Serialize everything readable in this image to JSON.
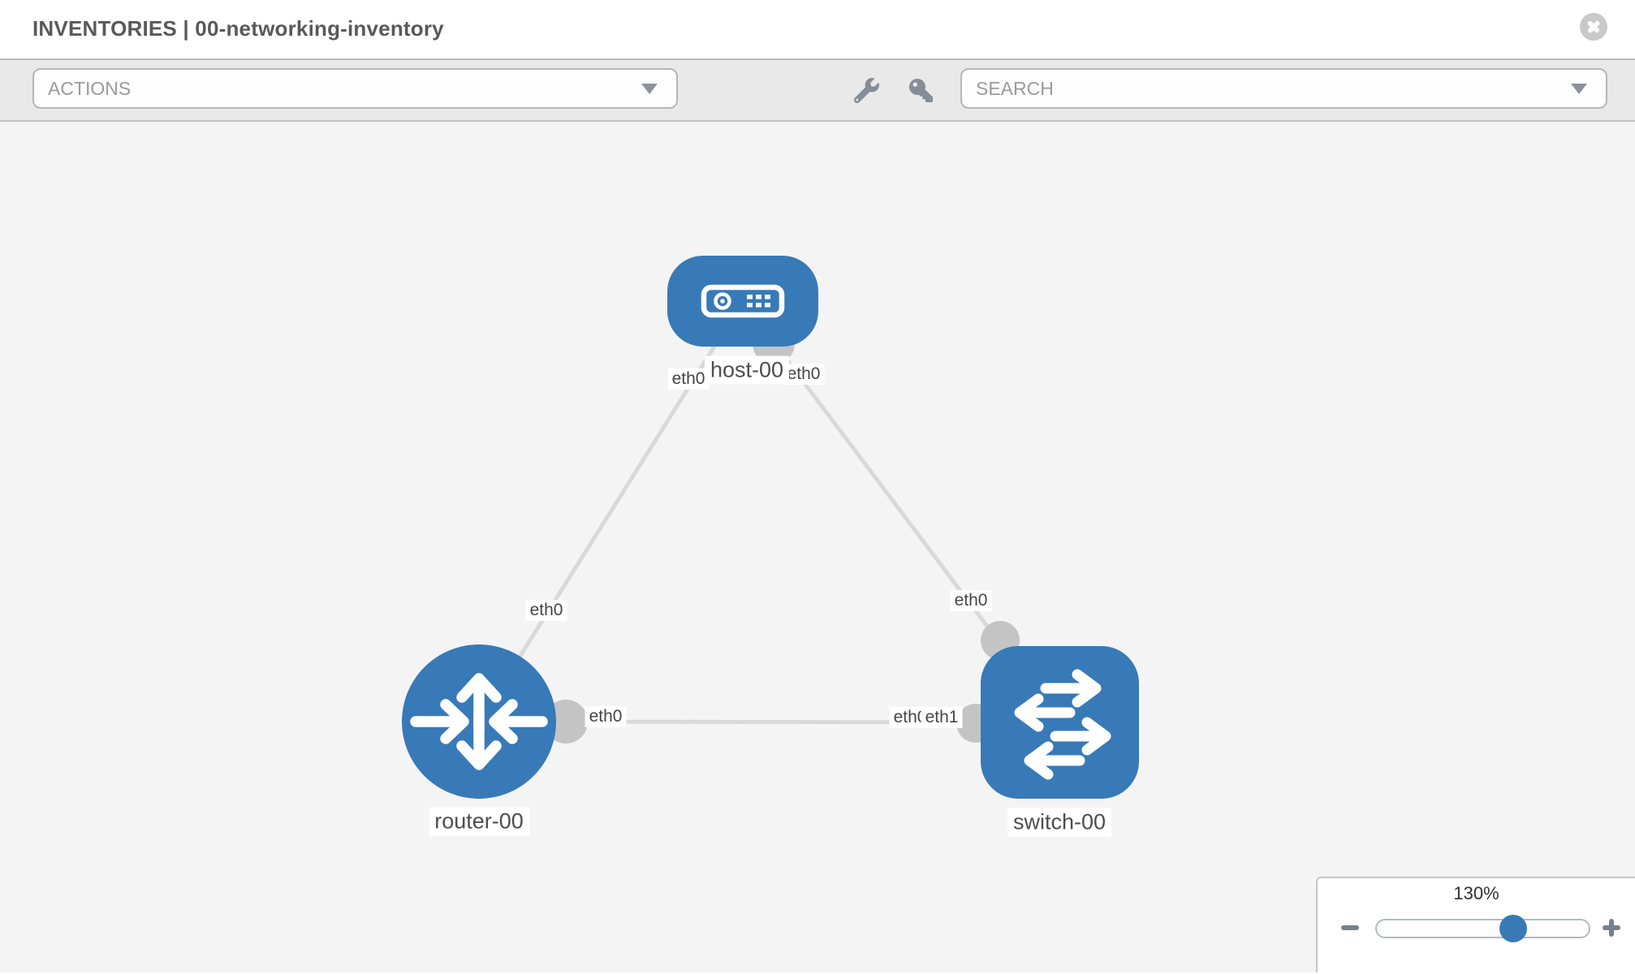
{
  "header": {
    "title": "INVENTORIES | 00-networking-inventory"
  },
  "toolbar": {
    "actions_label": "ACTIONS",
    "search_label": "SEARCH"
  },
  "topology": {
    "nodes": [
      {
        "name": "host-00",
        "type": "host"
      },
      {
        "name": "router-00",
        "type": "router"
      },
      {
        "name": "switch-00",
        "type": "switch"
      }
    ],
    "links": [
      {
        "from": "host-00",
        "from_if": "eth0",
        "to": "router-00",
        "to_if": "eth0"
      },
      {
        "from": "host-00",
        "from_if": "eth0",
        "to": "switch-00",
        "to_if": "eth0"
      },
      {
        "from": "router-00",
        "from_if": "eth0",
        "to": "switch-00",
        "to_if": "eth1"
      }
    ],
    "interface_labels": {
      "host_to_router_at_host": "eth0",
      "host_to_router_at_router": "eth0",
      "host_to_switch_at_host": "eth0",
      "host_to_switch_at_switch": "eth0",
      "router_to_switch_at_router": "eth0",
      "router_to_switch_at_switch_back": "eth0",
      "router_to_switch_at_switch_front": "eth1"
    }
  },
  "zoom_control": {
    "level": "130%",
    "zoom_out_icon": "minus",
    "zoom_in_icon": "plus"
  },
  "icons": {
    "close": "x-circle",
    "tools": [
      "wrench",
      "key"
    ],
    "dropdown_caret": "chevron-down"
  },
  "colors": {
    "node_blue": "#377ab7",
    "link_gray": "#d9d9d9",
    "connector_gray": "#c4c4c4",
    "icon_gray": "#868d96",
    "canvas_bg": "#f4f4f4",
    "toolbar_bg": "#e9e9e9"
  }
}
